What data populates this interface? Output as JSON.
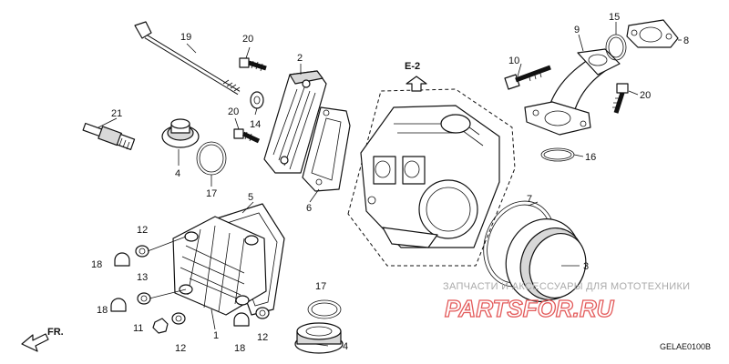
{
  "diagram": {
    "callouts": {
      "c1": "1",
      "c2": "2",
      "c3": "3",
      "c4a": "4",
      "c4b": "4",
      "c5": "5",
      "c6": "6",
      "c7": "7",
      "c8": "8",
      "c9": "9",
      "c10": "10",
      "c11": "11",
      "c12a": "12",
      "c12b": "12",
      "c12c": "12",
      "c13": "13",
      "c14": "14",
      "c15": "15",
      "c16": "16",
      "c17a": "17",
      "c17b": "17",
      "c18a": "18",
      "c18b": "18",
      "c18c": "18",
      "c19": "19",
      "c20a": "20",
      "c20b": "20",
      "c20c": "20",
      "c21": "21"
    },
    "reference": "E-2",
    "direction": "FR.",
    "drawing_code": "GELAE0100B"
  },
  "watermark": {
    "caption": "ЗАПЧАСТИ И АКСЕССУАРЫ ДЛЯ МОТОТЕХНИКИ",
    "logo": "PARTSFOR.RU",
    "color": "#e35a5a"
  }
}
